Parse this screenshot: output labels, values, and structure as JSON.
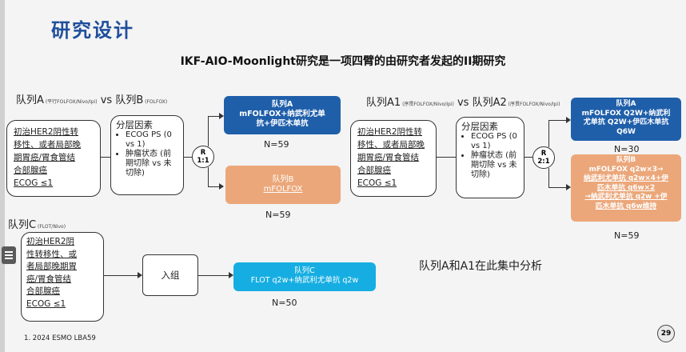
{
  "slide": {
    "title": "研究设计",
    "subtitle": "IKF-AIO-Moonlight研究是一项四臂的由研究者发起的II期研究",
    "analysis_note": "队列A和A1在此集中分析",
    "footnote": "1.  2024 ESMO LBA59",
    "page_number": "29"
  },
  "cohort_ab": {
    "label_a": "队列A",
    "small_a": " (平行FOLFOX/Nivo/Ipi)",
    "vs": " vs ",
    "label_b": "队列B",
    "small_b": " (FOLFOX)",
    "patients": [
      "初治HER2阴性转",
      "移性、或者局部晚",
      "期胃癌/胃食管结",
      "合部腺癌",
      "ECOG ≤1"
    ],
    "strat_title": "分层因素",
    "strat_items": [
      "ECOG PS (0 vs 1)",
      "肿瘤状态 (前期切除 vs 未切除)"
    ],
    "rand_r": "R",
    "rand_ratio": "1:1",
    "arm_a": {
      "line1": "队列A",
      "line2": "mFOLFOX+纳武利尤单",
      "line3": "抗+伊匹木单抗"
    },
    "n_a": "N=59",
    "arm_b": {
      "line1": "队列B",
      "line2": "mFOLFOX"
    },
    "n_b": "N=59"
  },
  "cohort_a1b": {
    "label_a1": "队列A1",
    "small_a1": " (序贯FOLFOX/Nivo/Ipi)",
    "vs": " vs ",
    "label_a2": "队列A2",
    "small_a2": " (序贯FOLFOX/Nivo/Ipi)",
    "patients": [
      "初治HER2阴性转",
      "移性、或者局部晚",
      "期胃癌/胃食管结",
      "合部腺癌",
      "ECOG ≤1"
    ],
    "strat_title": "分层因素",
    "strat_items": [
      "ECOG PS (0 vs 1)",
      "肿瘤状态 (前期切除 vs 未切除)"
    ],
    "rand_r": "R",
    "rand_ratio": "2:1",
    "arm_a": {
      "line1": "队列A",
      "line2": "mFOLFOX Q2W+纳武利",
      "line3": "尤单抗 Q2W+伊匹木单抗",
      "line4": "Q6W"
    },
    "n_a": "N=30",
    "arm_b": {
      "line1": "队列B",
      "line2": "mFOLFOX q2w×3→",
      "line3": "纳武利尤单抗 q2w×4+伊",
      "line4": "匹木单抗 q6w×2",
      "line5": "→纳武利尤单抗 q2w +伊",
      "line6": "匹木单抗 q6w维持"
    },
    "n_b": "N=59"
  },
  "cohort_c": {
    "label": "队列C",
    "small": " (FLOT/Nivo)",
    "patients": [
      "初治HER2阴",
      "性转移性、或",
      "者局部晚期胃",
      "癌/胃食管结",
      "合部腺癌",
      "ECOG ≤1"
    ],
    "enroll": "入组",
    "arm": {
      "line1": "队列C",
      "line2": "FLOT q2w+纳武利尤单抗 q2w"
    },
    "n": "N=50"
  }
}
